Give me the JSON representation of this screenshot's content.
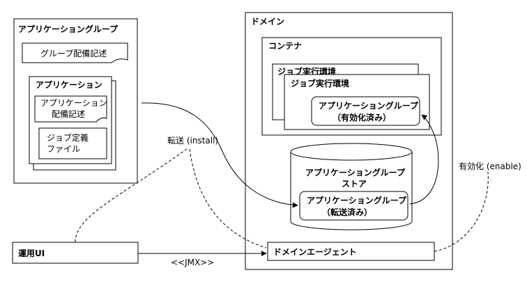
{
  "app_group": {
    "title": "アプリケーショングループ",
    "descriptor": "グループ配備記述",
    "application": {
      "title": "アプリケーション",
      "descriptor_line1": "アプリケーション",
      "descriptor_line2": "配備記述",
      "jobdef_line1": "ジョブ定義",
      "jobdef_line2": "ファイル"
    }
  },
  "domain": {
    "title": "ドメイン",
    "container": {
      "title": "コンテナ",
      "job_env_back": "ジョブ実行環境",
      "job_env_front": "ジョブ実行環境",
      "enabled_group_line1": "アプリケーショングループ",
      "enabled_group_line2": "（有効化済み）"
    },
    "store": {
      "title_line1": "アプリケーショングループ",
      "title_line2": "ストア",
      "transferred_line1": "アプリケーショングループ",
      "transferred_line2": "（転送済み）"
    },
    "agent": "ドメインエージェント"
  },
  "operation_ui": "運用UI",
  "labels": {
    "install": "転送 (install)",
    "enable": "有効化 (enable)",
    "jmx": "<<JMX>>"
  }
}
